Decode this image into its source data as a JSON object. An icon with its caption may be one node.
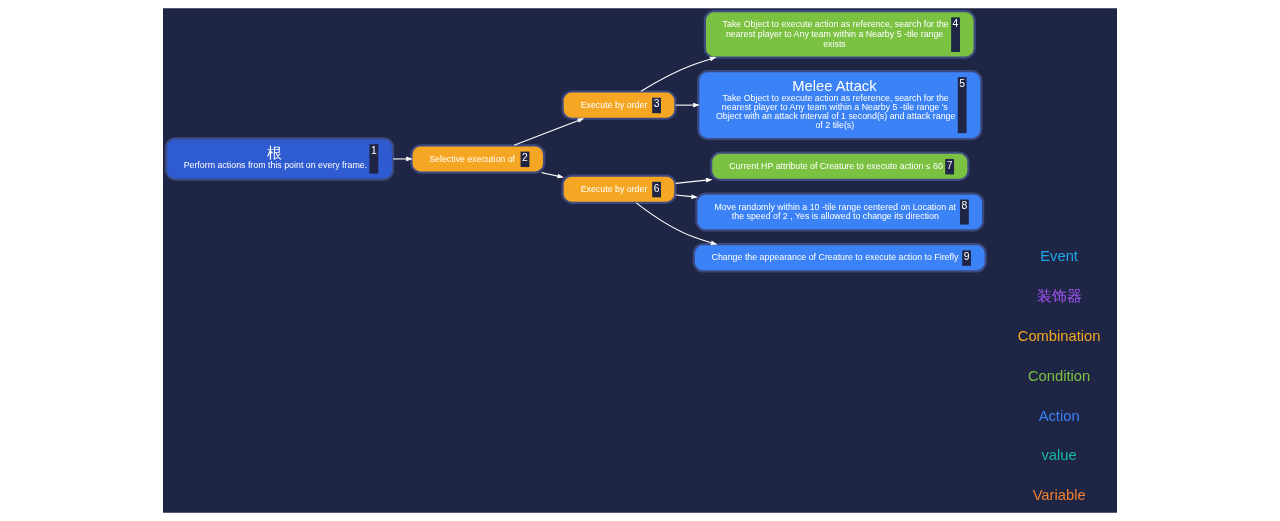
{
  "diagram": {
    "nodes": [
      {
        "text": [
          "根",
          "Perform actions from this point on every frame.",
          "1"
        ]
      },
      {
        "text": [
          "Selective execution of",
          "2"
        ]
      },
      {
        "text": [
          "Execute by order",
          "3"
        ]
      },
      {
        "text": [
          "Take Object to execute action as reference, search for the nearest player to Any team within a Nearby 5 -tile range exists",
          "4"
        ]
      },
      {
        "text": [
          "Melee Attack",
          "Take Object to execute action as reference, search for the nearest player to Any team within a Nearby 5 -tile range 's Object with an attack interval of 1 second(s) and attack range of 2 tile(s)",
          "5"
        ]
      },
      {
        "text": [
          "Execute by order",
          "6"
        ]
      },
      {
        "text": [
          "Current HP attribute of Creature to execute action ≤ 60",
          "7"
        ]
      },
      {
        "text": [
          "Move randomly within a 10 -tile range centered on Location at the speed of 2 , Yes is allowed to change its direction",
          "8"
        ]
      },
      {
        "text": [
          "Change the appearance of Creature to execute action to Firefly",
          "9"
        ]
      }
    ],
    "edges": [
      {
        "from": 0,
        "to": 1,
        "arrow": "to"
      },
      {
        "from": 1,
        "to": 2,
        "arrow": "to"
      },
      {
        "from": 1,
        "to": 5,
        "arrow": "to"
      },
      {
        "from": 2,
        "to": 3,
        "arrow": "to"
      },
      {
        "from": 2,
        "to": 4,
        "arrow": "to"
      },
      {
        "from": 5,
        "to": 6,
        "arrow": "to"
      },
      {
        "from": 5,
        "to": 7,
        "arrow": "to"
      },
      {
        "from": 5,
        "to": 8,
        "arrow": "to"
      }
    ],
    "labels": [
      "Event",
      "装饰器",
      "Combination",
      "Condition",
      "Action",
      "value",
      "Variable"
    ]
  }
}
